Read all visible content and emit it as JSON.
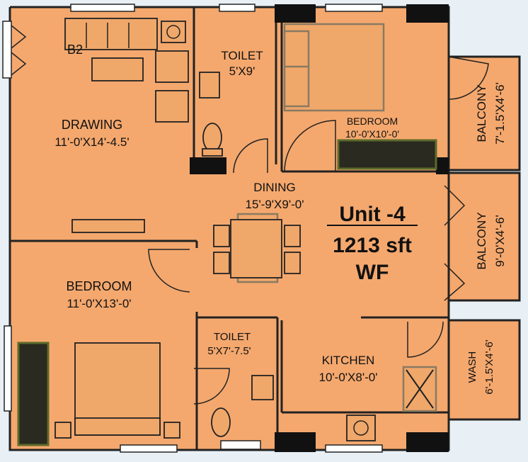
{
  "colors": {
    "floor": "#f4a86e",
    "wall": "#222222",
    "background": "#e8f0f6",
    "window": "#ffffff"
  },
  "rooms": {
    "drawing": {
      "name": "DRAWING",
      "size": "11'-0'X14'-4.5'"
    },
    "toilet1": {
      "name": "TOILET",
      "size": "5'X9'"
    },
    "bedroom1": {
      "name": "BEDROOM",
      "size": "10'-0'X10'-0'"
    },
    "balcony1": {
      "name": "BALCONY",
      "size": "7'-1.5'X4'-6'"
    },
    "dining": {
      "name": "DINING",
      "size": "15'-9'X9'-0'"
    },
    "balcony2": {
      "name": "BALCONY",
      "size": "9'-0'X4'-6'"
    },
    "bedroom2": {
      "name": "BEDROOM",
      "size": "11'-0'X13'-0'"
    },
    "toilet2": {
      "name": "TOILET",
      "size": "5'X7'-7.5'"
    },
    "kitchen": {
      "name": "KITCHEN",
      "size": "10'-0'X8'-0'"
    },
    "wash": {
      "name": "WASH",
      "size": "6'-1.5'X4'-6'"
    }
  },
  "unit": {
    "title": "Unit -4",
    "area": "1213 sft",
    "floor": "WF"
  },
  "marks": {
    "drawing_tag": "B2"
  }
}
